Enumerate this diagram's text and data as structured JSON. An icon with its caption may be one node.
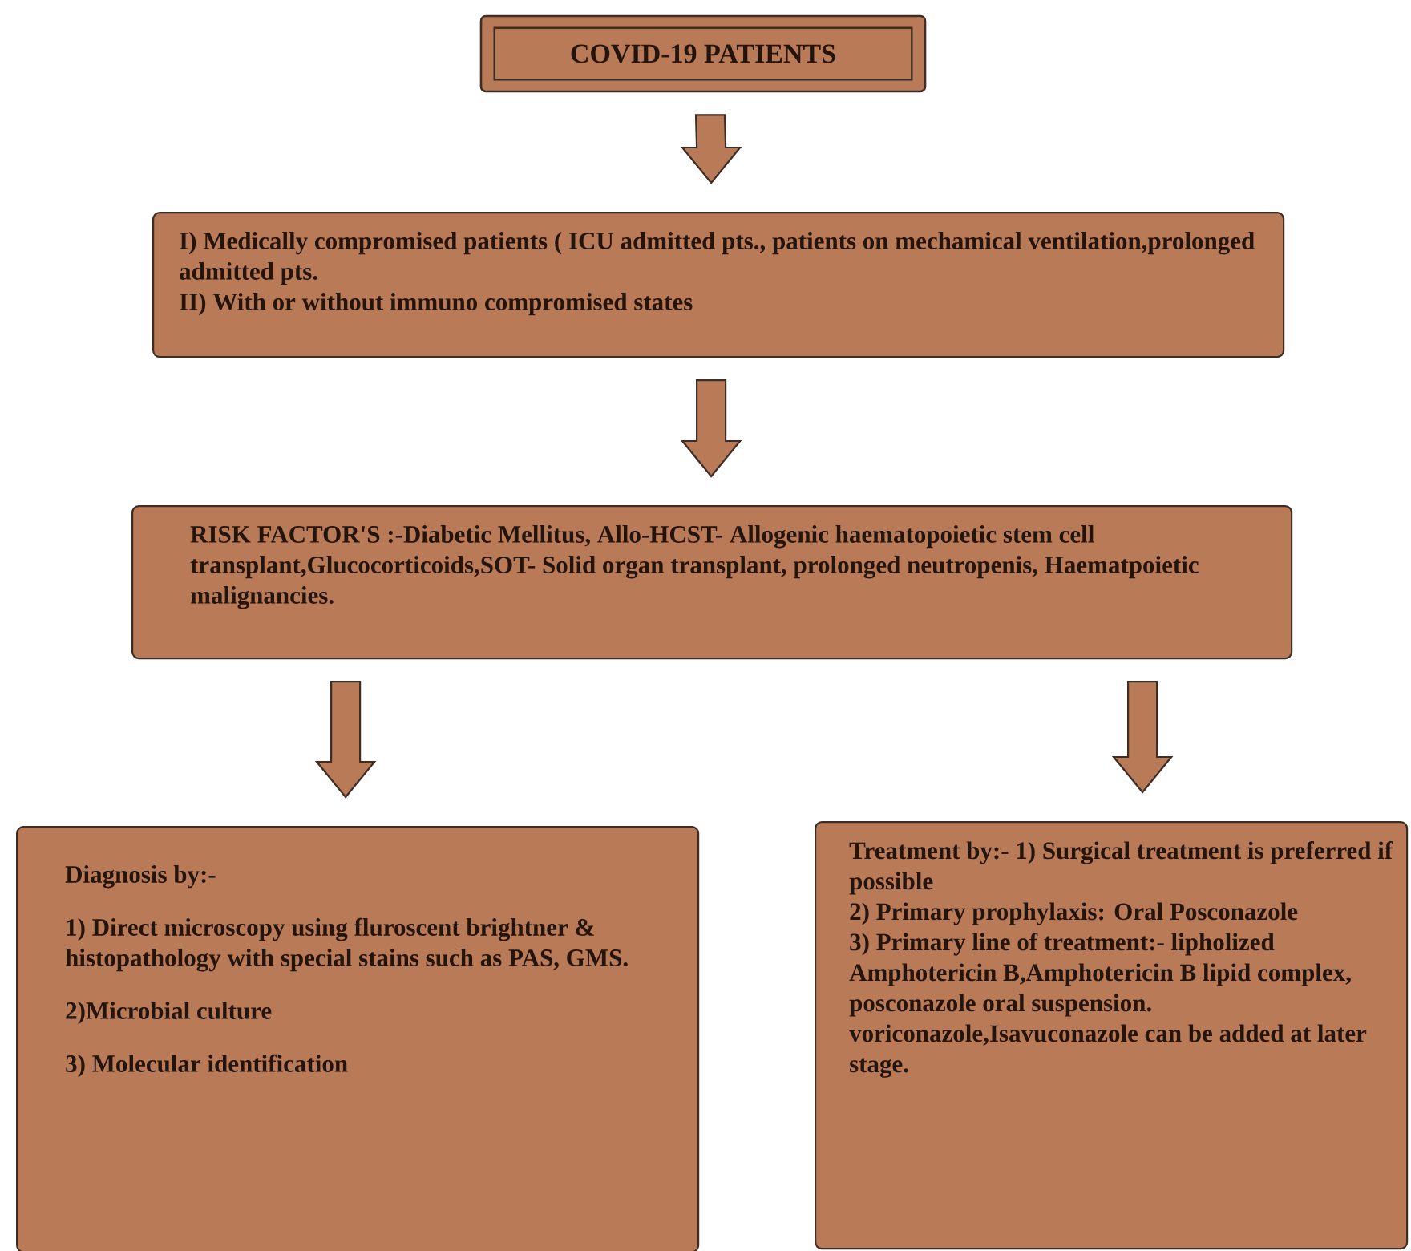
{
  "diagram": {
    "nodes": [
      {
        "text": [
          "COVID-19 PATIENTS"
        ]
      },
      {
        "text": [
          "I) Medically compromised patients ( ICU admitted pts., patients on mechamical ventilation,prolonged admitted pts.",
          "II) With or without immuno compromised states"
        ]
      },
      {
        "text": [
          "RISK FACTOR'S :-Diabetic Mellitus, Allo-HCST- Allogenic haematopoietic stem cell transplant,Glucocorticoids,SOT- Solid organ transplant, prolonged neutropenis, Haematpoietic malignancies."
        ]
      },
      {
        "text": [
          "Diagnosis by:-",
          "1) Direct microscopy using fluroscent brightner & histopathology with special stains such as PAS, GMS.",
          "2)Microbial culture",
          "3) Molecular identification"
        ]
      },
      {
        "text": [
          "Treatment by:- 1) Surgical treatment is preferred if possible",
          "2) Primary prophylaxis: Oral Posconazole",
          "3) Primary line of treatment:- lipholized Amphotericin B,Amphotericin B lipid complex, posconazole oral suspension. voriconazole,Isavuconazole can be added at later stage."
        ]
      }
    ],
    "edges": [
      {
        "from": 0,
        "to": 1,
        "arrow": "to"
      },
      {
        "from": 1,
        "to": 2,
        "arrow": "to"
      },
      {
        "from": 2,
        "to": 3,
        "arrow": "to"
      },
      {
        "from": 2,
        "to": 4,
        "arrow": "to"
      }
    ]
  }
}
